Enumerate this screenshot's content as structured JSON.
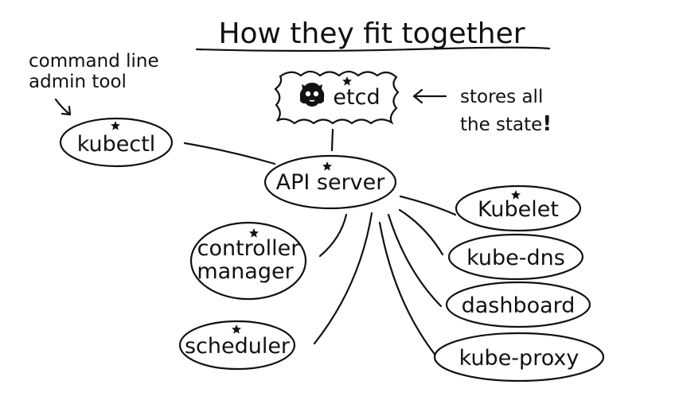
{
  "title": "How they fit together",
  "nodes": {
    "etcd": {
      "label": "etcd"
    },
    "kubectl": {
      "label": "kubectl"
    },
    "api_server": {
      "label": "API server"
    },
    "controller_manager": {
      "line1": "controller",
      "line2": "manager"
    },
    "scheduler": {
      "label": "scheduler"
    },
    "kubelet": {
      "label": "Kubelet"
    },
    "kube_dns": {
      "label": "kube-dns"
    },
    "dashboard": {
      "label": "dashboard"
    },
    "kube_proxy": {
      "label": "kube-proxy"
    }
  },
  "annotations": {
    "kubectl_note": {
      "line1": "command line",
      "line2": "admin tool"
    },
    "etcd_note": {
      "line1": "stores all",
      "line2": "the state",
      "exclaim": "!"
    }
  },
  "icons": {
    "etcd_logo": "etcd-logo-icon",
    "star": "star-icon"
  },
  "colors": {
    "ink": "#111111",
    "background": "#ffffff"
  }
}
